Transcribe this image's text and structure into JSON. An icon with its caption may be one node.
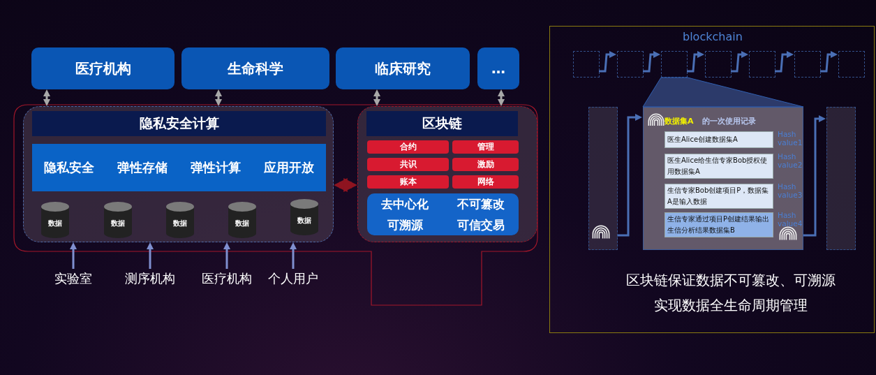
{
  "diagram": {
    "nodes": [
      {
        "text": [
          "医疗机构"
        ]
      },
      {
        "text": [
          "生命科学"
        ]
      },
      {
        "text": [
          "临床研究"
        ]
      },
      {
        "text": [
          "…"
        ]
      },
      {
        "text": [
          "隐私安全计算"
        ]
      },
      {
        "text": [
          "隐私安全",
          "弹性存储",
          "弹性计算",
          "应用开放"
        ],
        "in": 4
      },
      {
        "text": [
          "数据"
        ],
        "in": 4
      },
      {
        "text": [
          "数据"
        ],
        "in": 4
      },
      {
        "text": [
          "数据"
        ],
        "in": 4
      },
      {
        "text": [
          "数据"
        ],
        "in": 4
      },
      {
        "text": [
          "数据"
        ],
        "in": 4
      },
      {
        "text": [
          "区块链"
        ]
      },
      {
        "text": [
          "合约"
        ],
        "in": 11
      },
      {
        "text": [
          "管理"
        ],
        "in": 11
      },
      {
        "text": [
          "共识"
        ],
        "in": 11
      },
      {
        "text": [
          "激励"
        ],
        "in": 11
      },
      {
        "text": [
          "账本"
        ],
        "in": 11
      },
      {
        "text": [
          "网络"
        ],
        "in": 11
      },
      {
        "text": [
          "去中心化",
          "不可篡改",
          "可溯源",
          "可信交易"
        ],
        "in": 11
      },
      {
        "text": [
          "实验室"
        ]
      },
      {
        "text": [
          "测序机构"
        ]
      },
      {
        "text": [
          "医疗机构"
        ]
      },
      {
        "text": [
          "个人用户"
        ]
      },
      {
        "text": [
          "blockchain"
        ]
      },
      {
        "text": [],
        "shape": "box",
        "in": 23
      },
      {
        "text": [],
        "shape": "box",
        "in": 23
      },
      {
        "text": [],
        "shape": "box",
        "in": 23
      },
      {
        "text": [],
        "shape": "box",
        "in": 23
      },
      {
        "text": [],
        "shape": "box",
        "in": 23
      },
      {
        "text": [],
        "shape": "box",
        "in": 23
      },
      {
        "text": [],
        "shape": "box",
        "in": 23
      },
      {
        "text": [
          "数据集A",
          "的一次使用记录"
        ],
        "in": 23
      },
      {
        "text": [
          "医生Alice创建数据集A"
        ],
        "in": 31,
        "beside": [
          "Hash value1"
        ]
      },
      {
        "text": [
          "医生Alice给生信专家Bob授权使用数据集A"
        ],
        "in": 31,
        "beside": [
          "Hash value2"
        ]
      },
      {
        "text": [
          "生信专家Bob创建项目P，数据集A是输入数据"
        ],
        "in": 31,
        "beside": [
          "Hash value3"
        ]
      },
      {
        "text": [
          "生信专家通过项目P创建结果输出生信分析结果数据集B"
        ],
        "in": 31,
        "beside": [
          "Hash value4"
        ]
      },
      {
        "text": [],
        "shape": "box",
        "in": 23
      },
      {
        "text": [],
        "shape": "box",
        "in": 23
      },
      {
        "text": [],
        "shape": "trapezoid",
        "in": 23
      }
    ],
    "edges": [
      {
        "from": 0,
        "to": 4,
        "arrow": "both",
        "color": "#a8a8a8"
      },
      {
        "from": 1,
        "to": 4,
        "arrow": "both",
        "color": "#a8a8a8"
      },
      {
        "from": 2,
        "to": 11,
        "arrow": "both",
        "color": "#a8a8a8"
      },
      {
        "from": 3,
        "to": 11,
        "arrow": "both",
        "color": "#a8a8a8"
      },
      {
        "from": 4,
        "to": 11,
        "arrow": "both",
        "style": "thick",
        "color": "#8e1420"
      },
      {
        "from": 19,
        "to": 4,
        "arrow": "to",
        "color": "#7f8fcf"
      },
      {
        "from": 20,
        "to": 4,
        "arrow": "to",
        "color": "#7f8fcf"
      },
      {
        "from": 21,
        "to": 4,
        "arrow": "to",
        "color": "#7f8fcf"
      },
      {
        "from": 22,
        "to": 4,
        "arrow": "to",
        "color": "#7f8fcf"
      },
      {
        "from": 24,
        "to": 25,
        "arrow": "to"
      },
      {
        "from": 25,
        "to": 26,
        "arrow": "to"
      },
      {
        "from": 26,
        "to": 27,
        "arrow": "to"
      },
      {
        "from": 27,
        "to": 28,
        "arrow": "to"
      },
      {
        "from": 28,
        "to": 29,
        "arrow": "to"
      },
      {
        "from": 29,
        "to": 30,
        "arrow": "to"
      },
      {
        "from": 36,
        "to": 31,
        "arrow": "to"
      },
      {
        "from": 31,
        "to": 37,
        "arrow": "to"
      }
    ],
    "labels": [
      "区块链保证数据不可篡改、可溯源",
      "实现数据全生命周期管理"
    ]
  }
}
